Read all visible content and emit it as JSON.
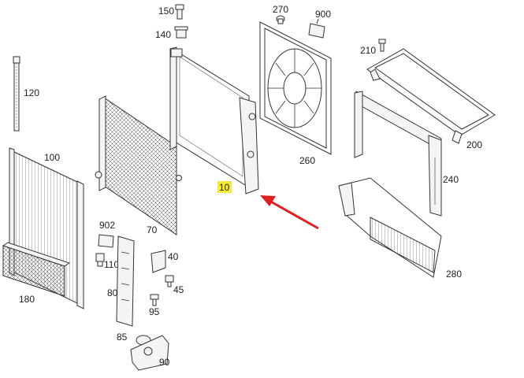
{
  "callouts": {
    "p10": "10",
    "p40": "40",
    "p45": "45",
    "p70": "70",
    "p80": "80",
    "p85": "85",
    "p90": "90",
    "p95": "95",
    "p100": "100",
    "p110": "110",
    "p120": "120",
    "p140": "140",
    "p150": "150",
    "p180": "180",
    "p200": "200",
    "p210": "210",
    "p240": "240",
    "p260": "260",
    "p270": "270",
    "p280": "280",
    "p900": "900",
    "p902": "902"
  },
  "colors": {
    "highlight": "#f4ea3c",
    "arrow": "#e02020",
    "line": "#333333"
  }
}
